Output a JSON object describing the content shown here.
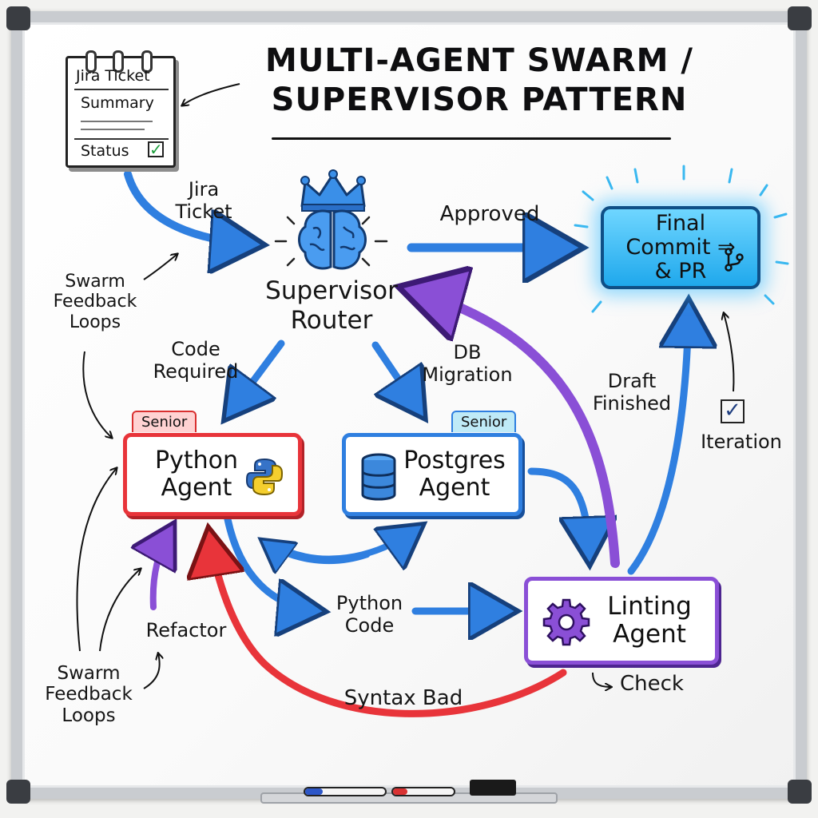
{
  "title": {
    "line1": "MULTI-AGENT SWARM /",
    "line2": "SUPERVISOR PATTERN"
  },
  "ticket": {
    "heading": "Jira Ticket",
    "summary": "Summary",
    "status": "Status"
  },
  "nodes": {
    "supervisor": "Supervisor Router",
    "final": "Final Commit ⇒ & PR",
    "python": "Python Agent",
    "postgres": "Postgres Agent",
    "linting": "Linting Agent",
    "python_tag": "Senior",
    "postgres_tag": "Senior"
  },
  "edges": {
    "jira_ticket": "Jira Ticket",
    "approved": "Approved",
    "code_required": "Code Required",
    "db_migration": "DB Migration",
    "draft_finished": "Draft Finished",
    "iteration": "Iteration",
    "python_code": "Python Code",
    "refactor": "Refactor",
    "syntax_bad": "Syntax Bad",
    "check": "Check",
    "swarm_top": "Swarm Feedback Loops",
    "swarm_bottom": "Swarm Feedback Loops"
  },
  "colors": {
    "blue": "#2f7fe0",
    "red": "#e8343a",
    "purple": "#8a4fd6",
    "cyan": "#3ab8f0"
  },
  "icons": [
    "crown-icon",
    "brain-icon",
    "python-logo-icon",
    "database-icon",
    "gear-icon",
    "checkmark-icon",
    "git-branch-icon"
  ]
}
